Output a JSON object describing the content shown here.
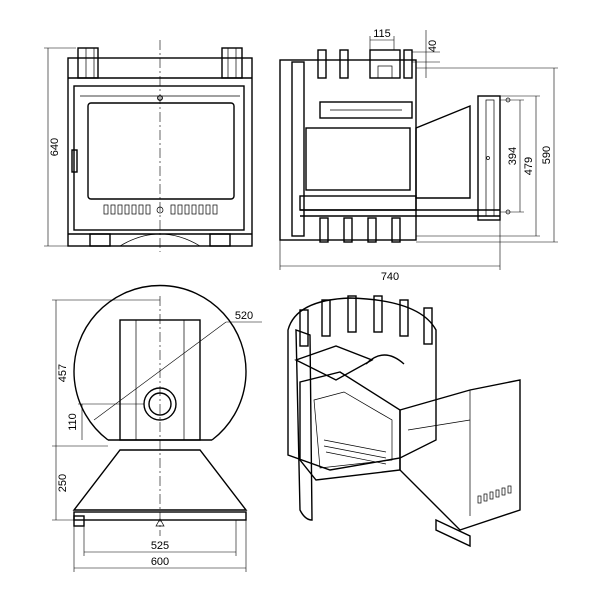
{
  "drawing": {
    "front_view": {
      "height_label": "640"
    },
    "side_view": {
      "top_offset_label": "115",
      "top_gap_label": "40",
      "depth_label": "740",
      "dim_394_label": "394",
      "dim_479_label": "479",
      "dim_590_label": "590"
    },
    "top_view": {
      "radius_label": "520",
      "depth_label": "457",
      "flue_offset_label": "110",
      "hood_depth_label": "250",
      "inner_width_label": "525",
      "outer_width_label": "600"
    }
  },
  "colors": {
    "line": "#000000",
    "background": "#ffffff"
  }
}
